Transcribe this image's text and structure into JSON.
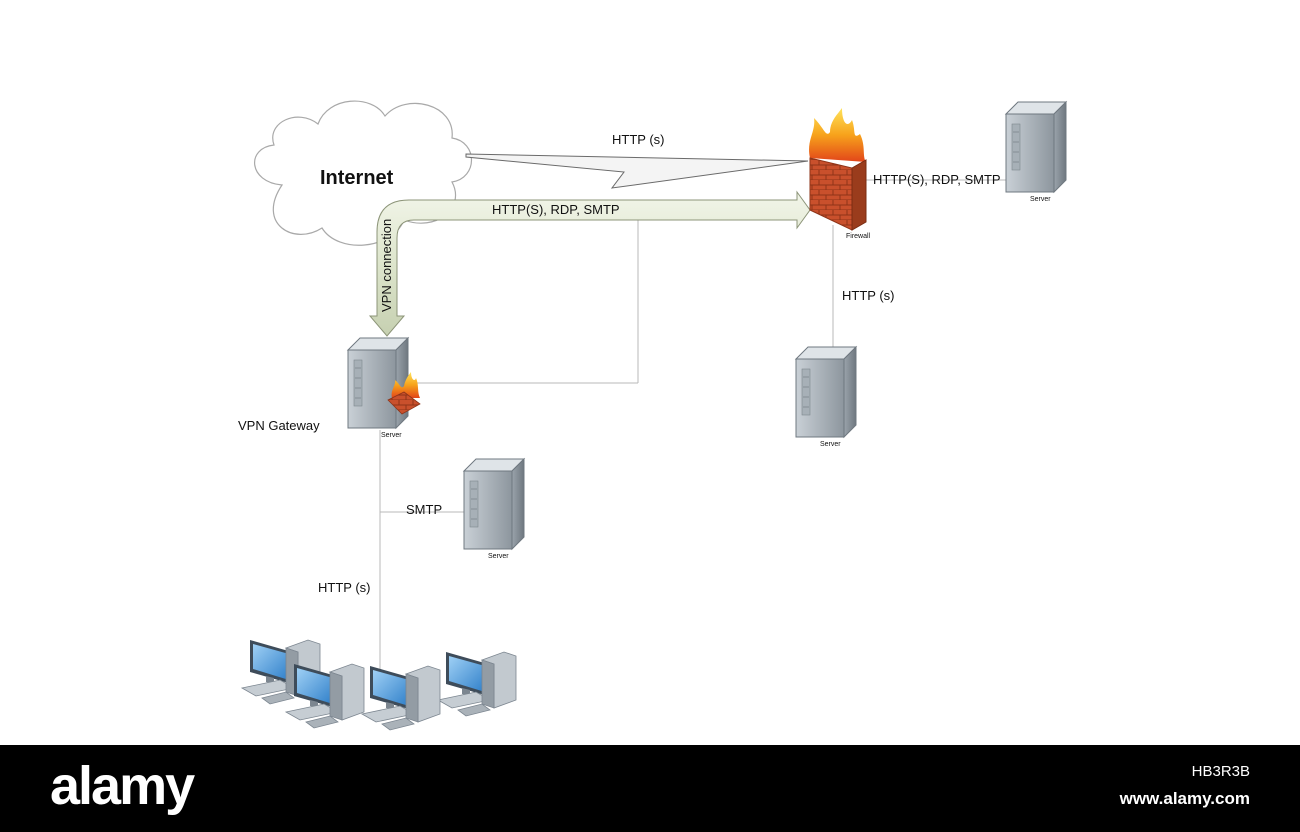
{
  "diagram": {
    "nodes": {
      "internet": "Internet",
      "firewall": "Firewall",
      "vpn_gateway": "VPN Gateway",
      "server_gateway": "Server",
      "server_top_right": "Server",
      "server_mid_right": "Server",
      "server_smtp": "Server"
    },
    "connections": {
      "internet_firewall": "HTTP (s)",
      "vpn_tunnel": "HTTP(S), RDP, SMTP",
      "vpn_connection": "VPN connection",
      "firewall_server": "HTTP(S), RDP, SMTP",
      "firewall_server_down": "HTTP (s)",
      "gateway_smtp": "SMTP",
      "gateway_workstations": "HTTP (s)"
    }
  },
  "watermark": {
    "logo": "alamy",
    "image_code": "HB3R3B",
    "site": "www.alamy.com"
  }
}
